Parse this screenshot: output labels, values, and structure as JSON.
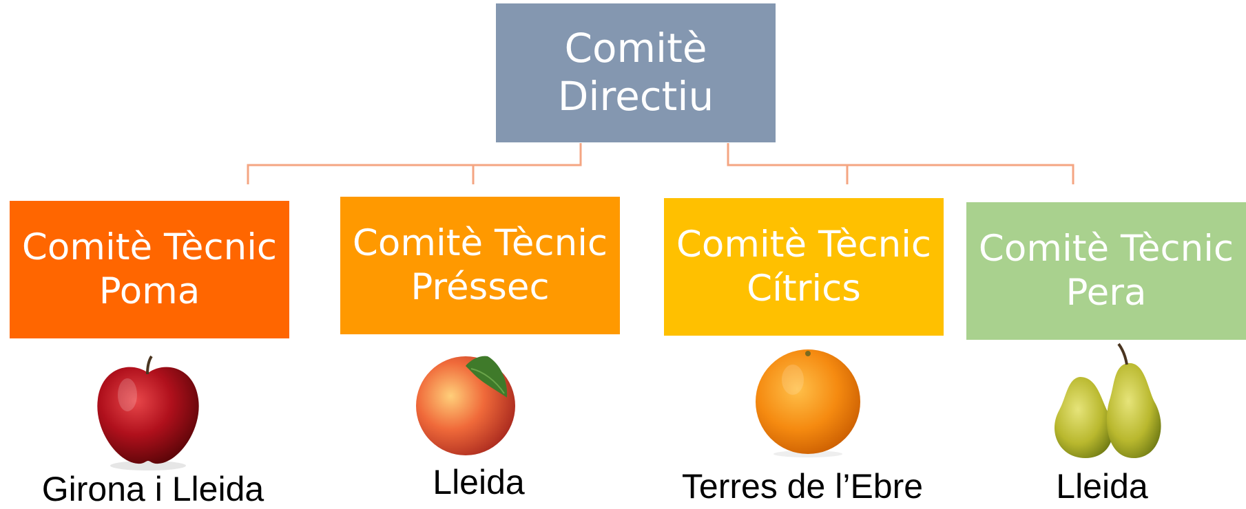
{
  "colors": {
    "top": "#8497b0",
    "poma": "#ff6600",
    "pressec": "#ff9900",
    "citrics": "#ffc000",
    "pera": "#a9d18e",
    "connector": "#f4a582"
  },
  "top": {
    "line1": "Comitè",
    "line2": "Directiu"
  },
  "committees": [
    {
      "line1": "Comitè Tècnic",
      "line2": "Poma",
      "fruit": "apple-icon",
      "region": "Girona i Lleida"
    },
    {
      "line1": "Comitè Tècnic",
      "line2": "Préssec",
      "fruit": "peach-icon",
      "region": "Lleida"
    },
    {
      "line1": "Comitè Tècnic",
      "line2": "Cítrics",
      "fruit": "orange-icon",
      "region": "Terres de l’Ebre"
    },
    {
      "line1": "Comitè Tècnic",
      "line2": "Pera",
      "fruit": "pears-icon",
      "region": "Lleida"
    }
  ]
}
